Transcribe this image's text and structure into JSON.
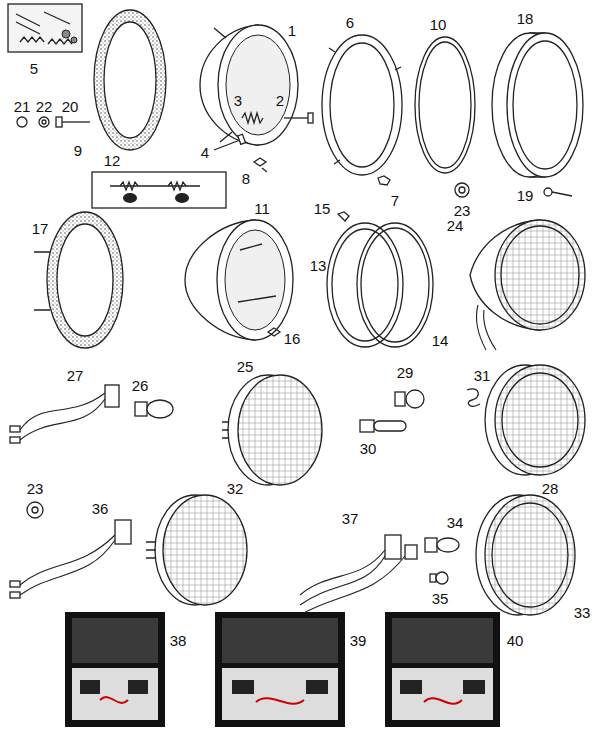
{
  "diagram": {
    "labels": [
      "5",
      "1",
      "6",
      "10",
      "18",
      "3",
      "2",
      "21",
      "22",
      "20",
      "4",
      "9",
      "12",
      "8",
      "7",
      "23",
      "19",
      "15",
      "11",
      "17",
      "24",
      "13",
      "16",
      "14",
      "27",
      "26",
      "25",
      "29",
      "31",
      "30",
      "28",
      "23",
      "36",
      "32",
      "37",
      "34",
      "35",
      "33",
      "38",
      "39",
      "40"
    ]
  }
}
